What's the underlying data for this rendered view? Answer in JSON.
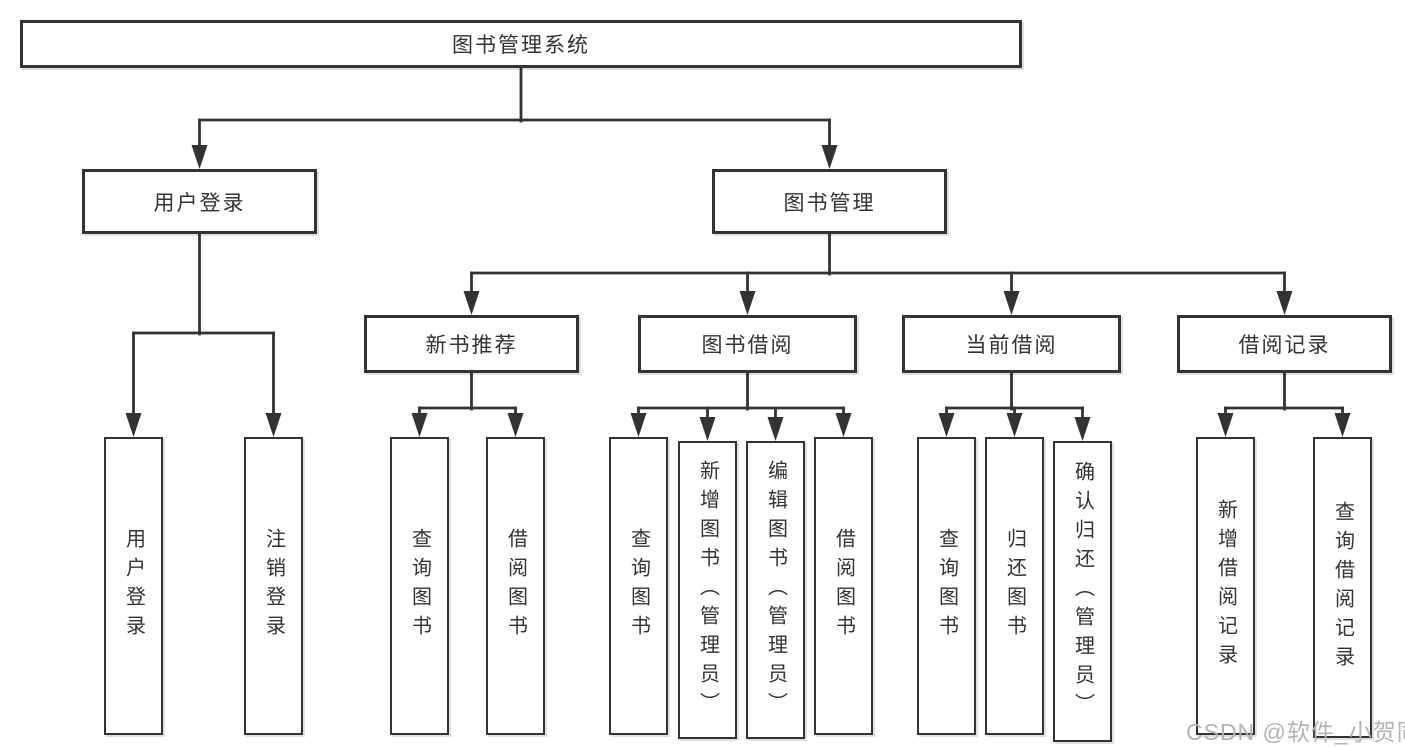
{
  "colors": {
    "line": "#333333",
    "box_border": "#333333",
    "text": "#333333",
    "background": "#ffffff",
    "watermark_text": "#b3b3b3"
  },
  "watermark": "CSDN @软件_小贺同学",
  "tree": {
    "root": "图书管理系统",
    "branches": [
      {
        "label": "用户登录",
        "children": [
          "用户登录",
          "注销登录"
        ]
      },
      {
        "label": "图书管理",
        "groups": [
          {
            "label": "新书推荐",
            "children": [
              "查询图书",
              "借阅图书"
            ]
          },
          {
            "label": "图书借阅",
            "children": [
              "查询图书",
              "新增图书（管理员）",
              "编辑图书（管理员）",
              "借阅图书"
            ]
          },
          {
            "label": "当前借阅",
            "children": [
              "查询图书",
              "归还图书",
              "确认归还（管理员）"
            ]
          },
          {
            "label": "借阅记录",
            "children": [
              "新增借阅记录",
              "查询借阅记录"
            ]
          }
        ]
      }
    ]
  }
}
